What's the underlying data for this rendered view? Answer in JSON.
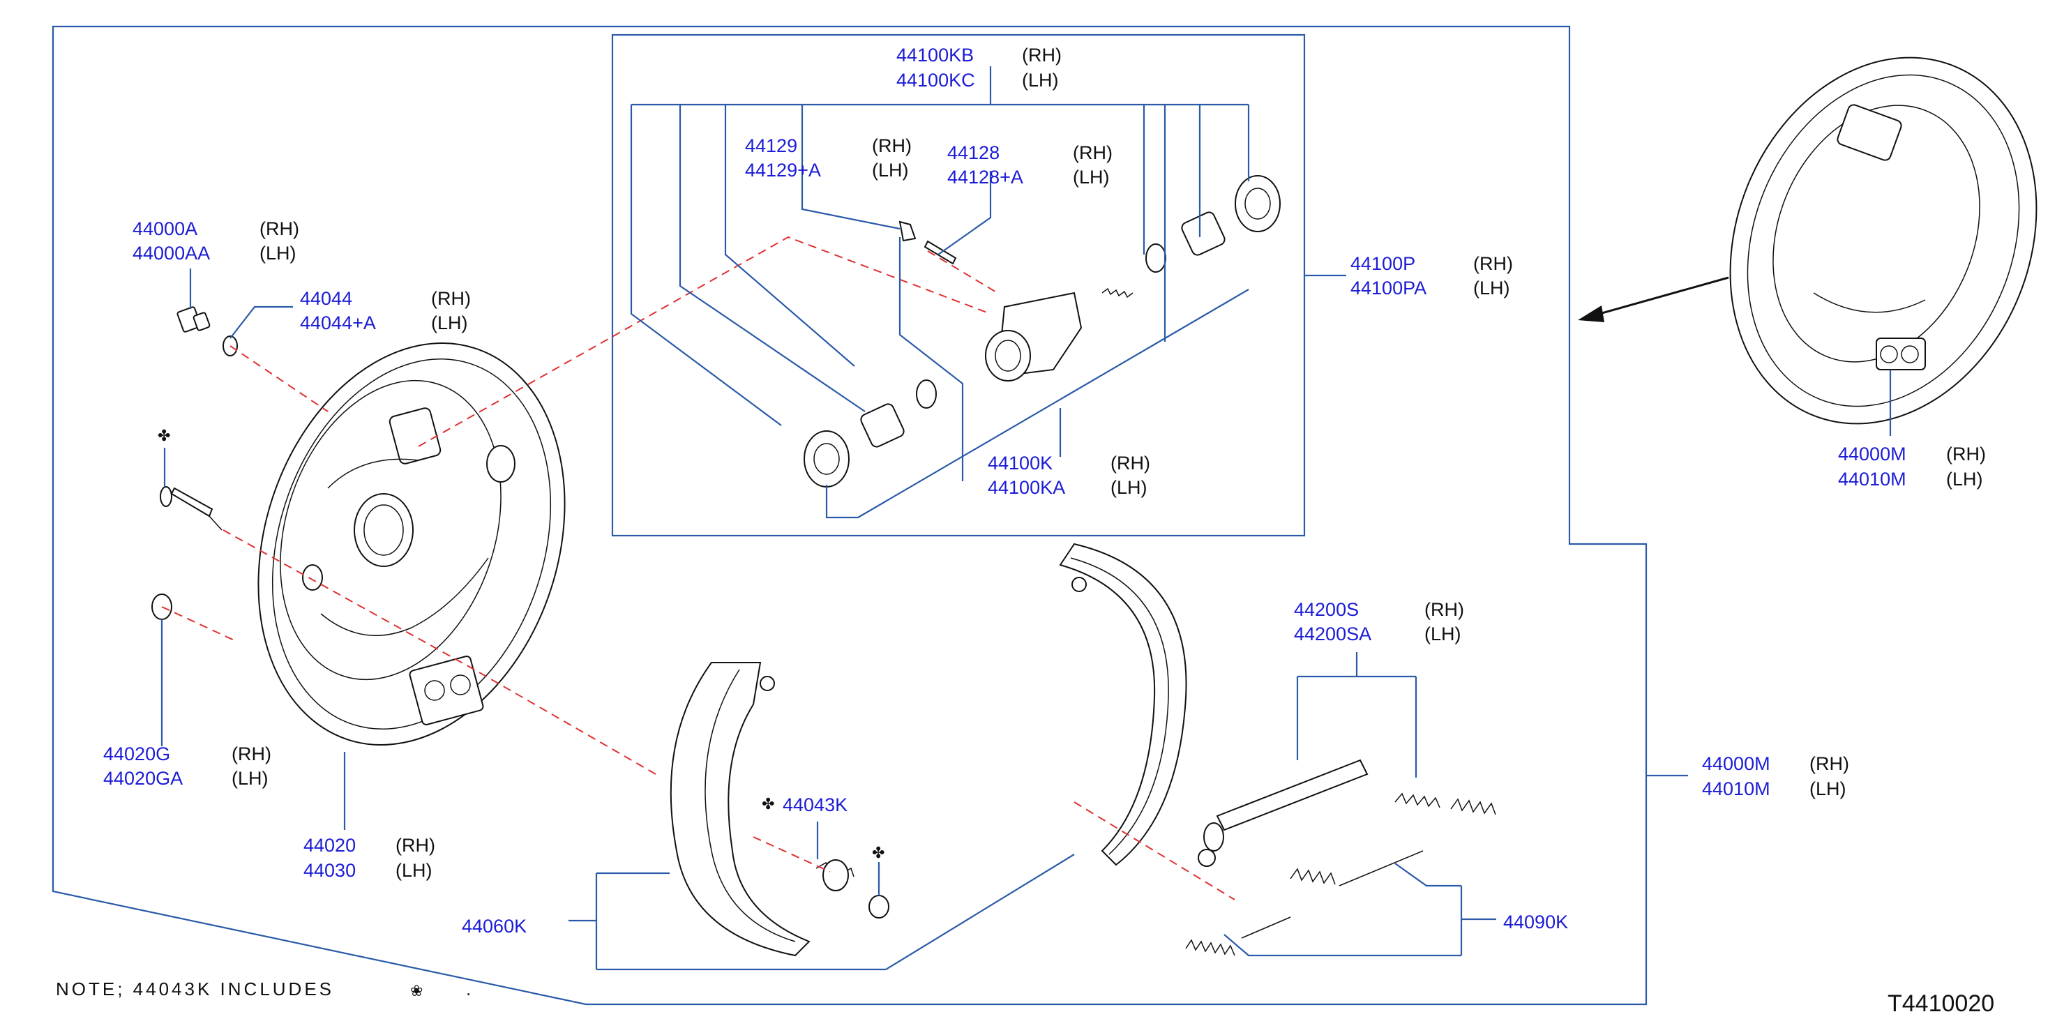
{
  "callouts": {
    "wheel_cylinder_top": {
      "pn1": "44100KB",
      "pn2": "44100KC",
      "s1": "(RH)",
      "s2": "(LH)"
    },
    "bleeder_cap": {
      "pn1": "44129",
      "pn2": "44129+A",
      "s1": "(RH)",
      "s2": "(LH)"
    },
    "bleeder_screw": {
      "pn1": "44128",
      "pn2": "44128+A",
      "s1": "(RH)",
      "s2": "(LH)"
    },
    "cylinder_kit": {
      "pn1": "44100P",
      "pn2": "44100PA",
      "s1": "(RH)",
      "s2": "(LH)"
    },
    "cylinder_body": {
      "pn1": "44100K",
      "pn2": "44100KA",
      "s1": "(RH)",
      "s2": "(LH)"
    },
    "mount_bolt": {
      "pn1": "44000A",
      "pn2": "44000AA",
      "s1": "(RH)",
      "s2": "(LH)"
    },
    "washer": {
      "pn1": "44044",
      "pn2": "44044+A",
      "s1": "(RH)",
      "s2": "(LH)"
    },
    "grommet": {
      "pn1": "44020G",
      "pn2": "44020GA",
      "s1": "(RH)",
      "s2": "(LH)"
    },
    "back_plate": {
      "pn1": "44020",
      "pn2": "44030",
      "s1": "(RH)",
      "s2": "(LH)"
    },
    "assembly_top_right": {
      "pn1": "44000M",
      "pn2": "44010M",
      "s1": "(RH)",
      "s2": "(LH)"
    },
    "assembly_main": {
      "pn1": "44000M",
      "pn2": "44010M",
      "s1": "(RH)",
      "s2": "(LH)"
    },
    "adjuster": {
      "pn1": "44200S",
      "pn2": "44200SA",
      "s1": "(RH)",
      "s2": "(LH)"
    },
    "hold_spring": {
      "pn1": "44043K"
    },
    "shoe": {
      "pn1": "44060K"
    },
    "spring_kit": {
      "pn1": "44090K"
    }
  },
  "note": {
    "text": "NOTE; 44043K INCLUDES",
    "symbol": "❀",
    "end": "."
  },
  "diagram_code": "T4410020",
  "colors": {
    "part_number": "#1c1cd6",
    "leader": "#2a5aa8",
    "dashed": "#e03030"
  },
  "icons": {
    "included_part_marker": "star-asterisk-icon"
  }
}
